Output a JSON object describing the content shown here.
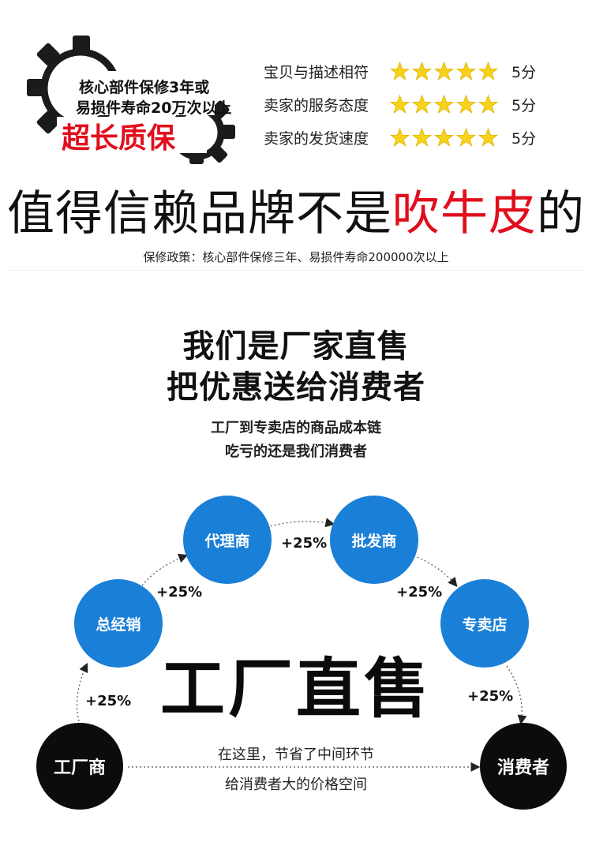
{
  "badge": {
    "line1": "核心部件保修3年或",
    "line2": "易损件寿命20万次以上",
    "big": "超长质保",
    "icon": "gear-icon"
  },
  "ratings": [
    {
      "label": "宝贝与描述相符",
      "stars": 5,
      "score": "5分"
    },
    {
      "label": "卖家的服务态度",
      "stars": 5,
      "score": "5分"
    },
    {
      "label": "卖家的发货速度",
      "stars": 5,
      "score": "5分"
    }
  ],
  "headline": {
    "part1": "值得信赖品牌不是",
    "part2": "吹牛皮",
    "part3": "的"
  },
  "policy": "保修政策：核心部件保修三年、易损件寿命200000次以上",
  "section": {
    "title1": "我们是厂家直售",
    "title2": "把优惠送给消费者",
    "sub1": "工厂到专卖店的商品成本链",
    "sub2": "吃亏的还是我们消费者"
  },
  "flow": {
    "nodes": {
      "factory": "工厂商",
      "distributor": "总经销",
      "agent": "代理商",
      "wholesaler": "批发商",
      "store": "专卖店",
      "consumer": "消费者"
    },
    "markup": "+25%",
    "center": "工厂直售",
    "note1": "在这里，节省了中间环节",
    "note2": "给消费者大的价格空间"
  },
  "colors": {
    "red": "#e10e1c",
    "blue": "#1a7fd7",
    "star": "#f6d21c",
    "black": "#0c0c0c"
  }
}
